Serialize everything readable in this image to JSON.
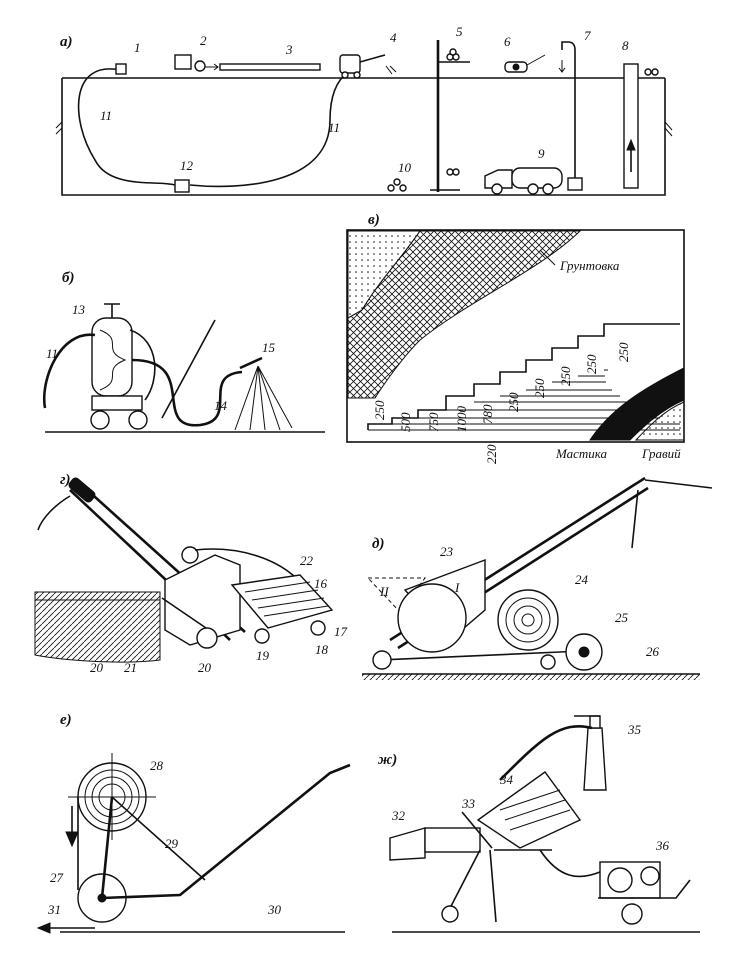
{
  "panels": {
    "a": "а)",
    "b": "б)",
    "v": "в)",
    "g": "г)",
    "d": "д)",
    "e": "е)",
    "zh": "ж)"
  },
  "numbers": {
    "n1": "1",
    "n2": "2",
    "n3": "3",
    "n4": "4",
    "n5": "5",
    "n6": "6",
    "n7": "7",
    "n8": "8",
    "n9": "9",
    "n10": "10",
    "n11a": "11",
    "n11b": "11",
    "n12": "12",
    "n11c": "11",
    "n13": "13",
    "n14": "14",
    "n15": "15",
    "n16": "16",
    "n17": "17",
    "n18": "18",
    "n19": "19",
    "n20a": "20",
    "n20b": "20",
    "n21": "21",
    "n22": "22",
    "n23": "23",
    "n24": "24",
    "n25": "25",
    "n26": "26",
    "n27": "27",
    "n28": "28",
    "n29": "29",
    "n30": "30",
    "n31": "31",
    "n32": "32",
    "n33": "33",
    "n34": "34",
    "n35": "35",
    "n36": "36",
    "roman1": "I",
    "roman2": "II"
  },
  "layer_labels": {
    "primer": "Грунтовка",
    "mastic": "Мастика",
    "gravel": "Гравий"
  },
  "dimensions": [
    "250",
    "500",
    "750",
    "1000",
    "780",
    "250",
    "250",
    "250",
    "250",
    "250",
    "220"
  ],
  "colors": {
    "ink": "#111111",
    "paper": "#ffffff"
  }
}
